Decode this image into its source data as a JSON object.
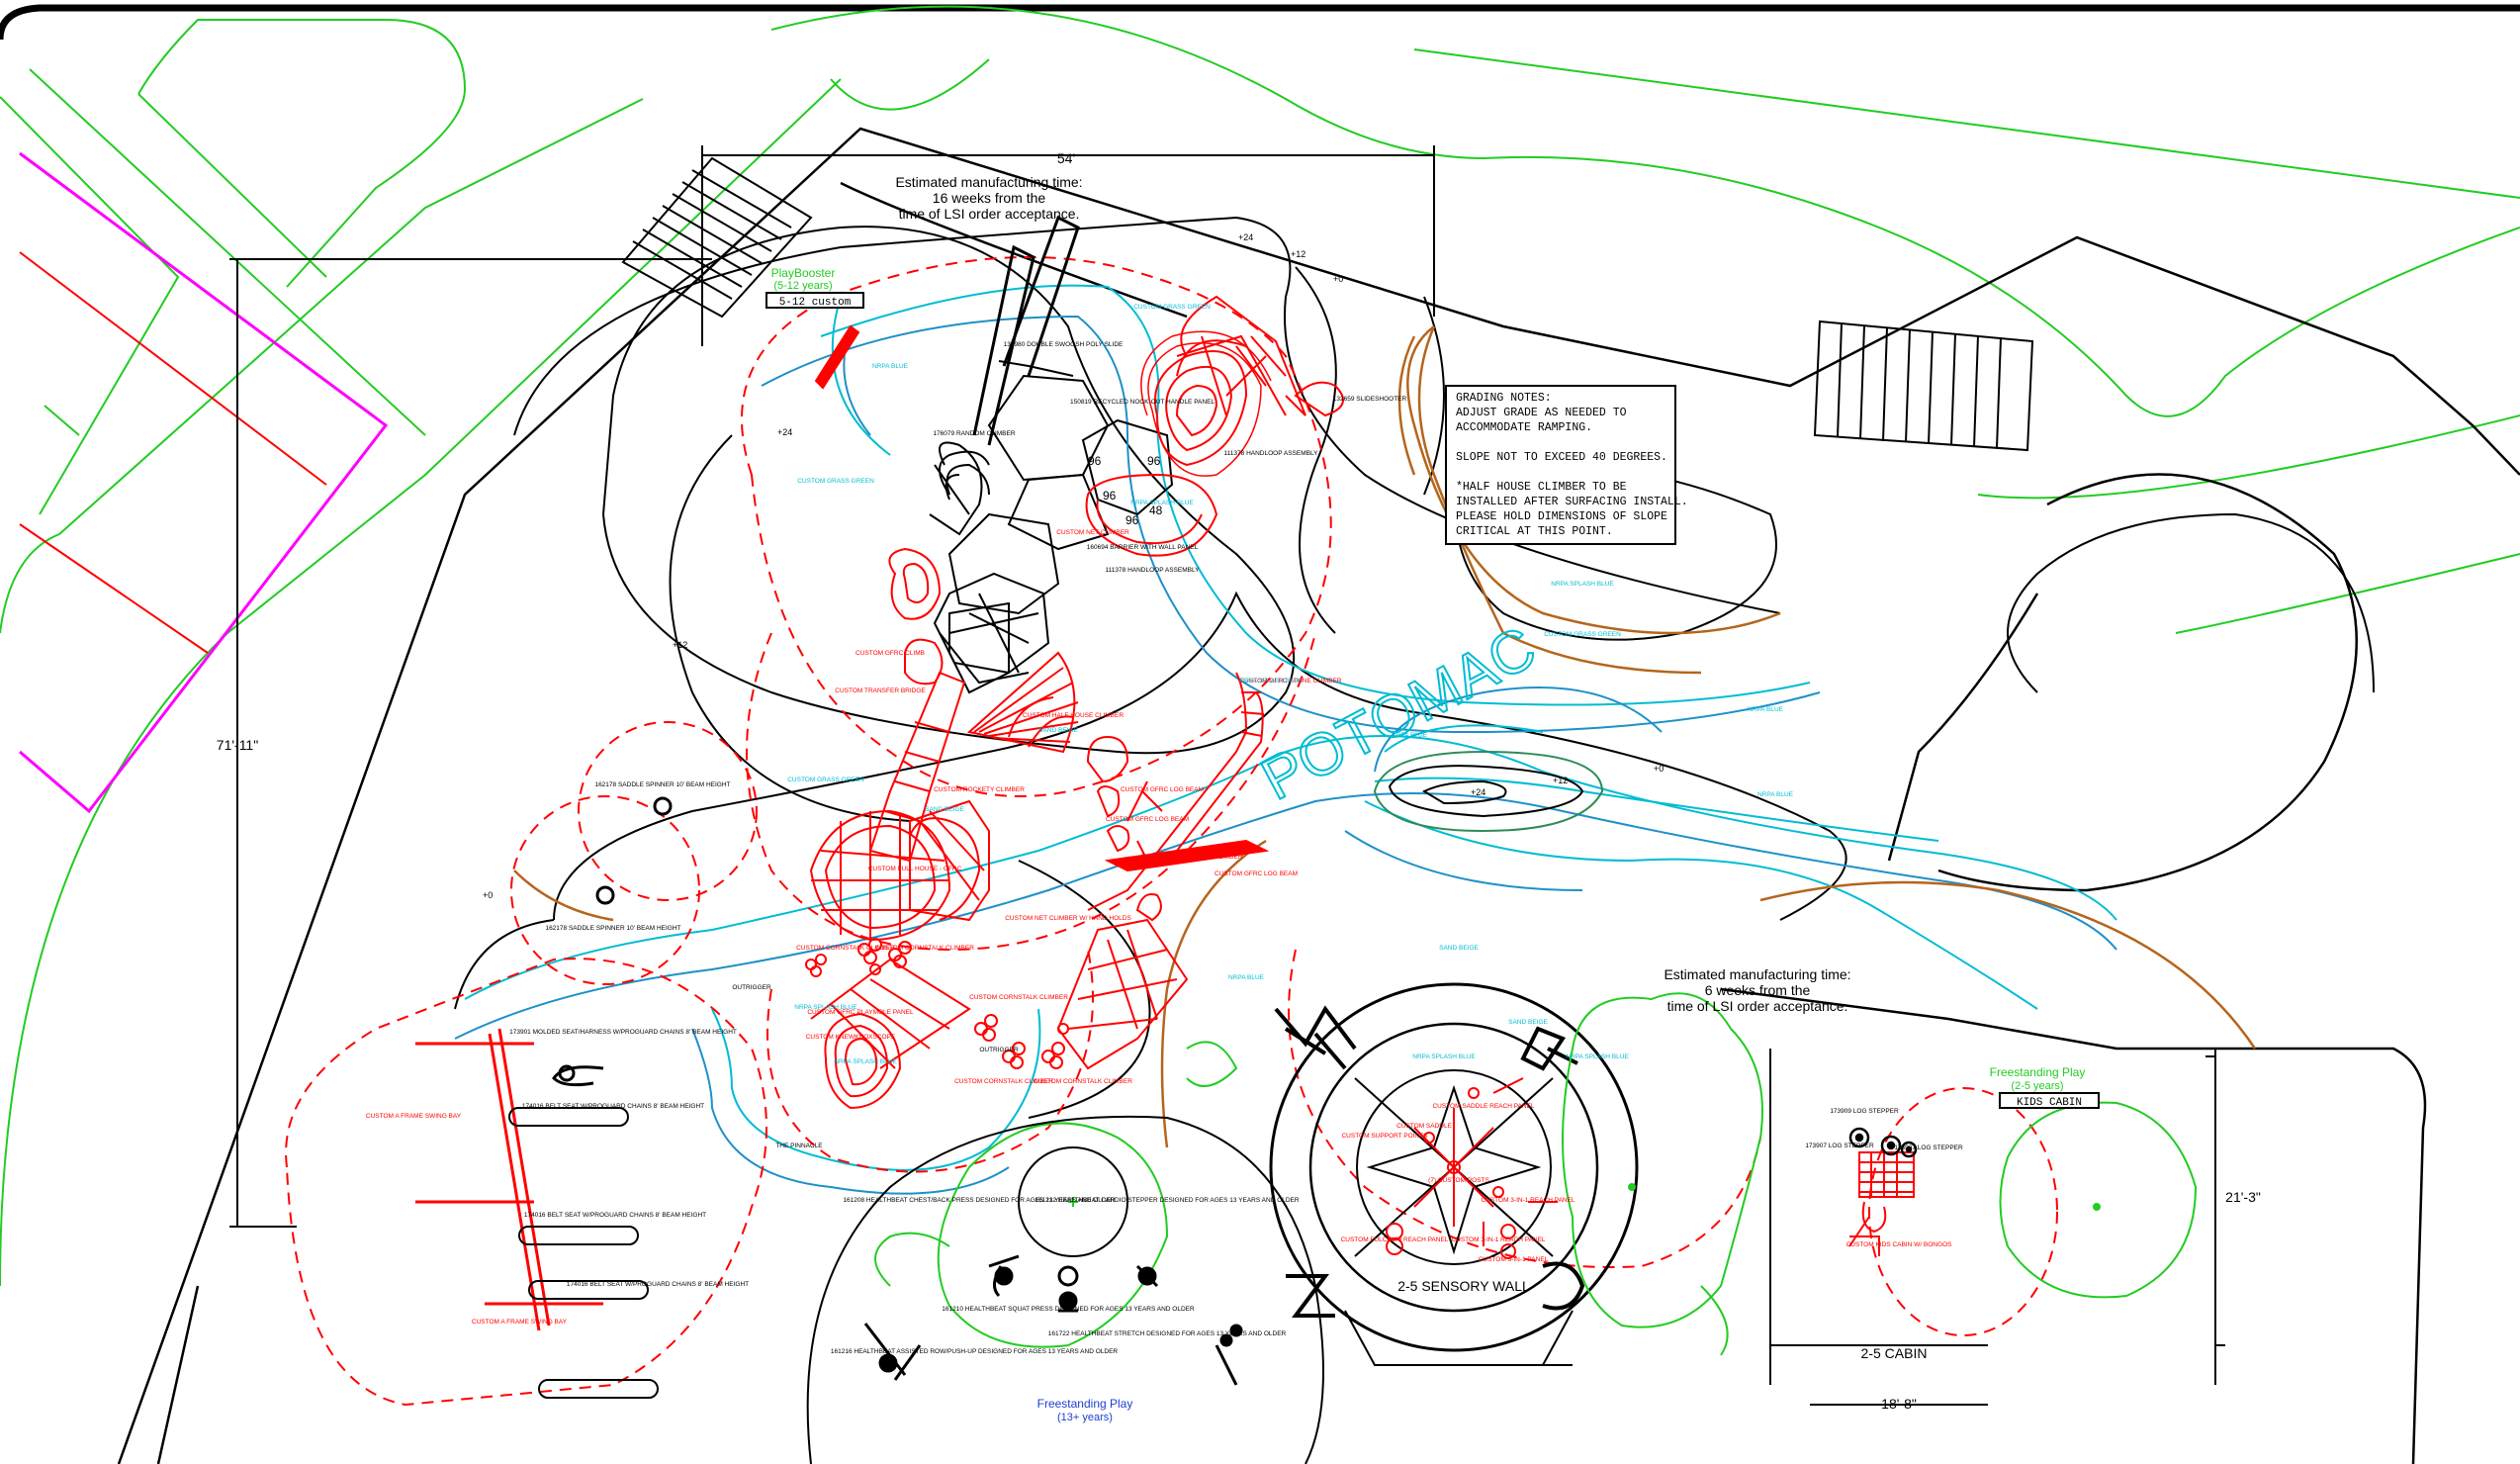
{
  "colors": {
    "background": "#ffffff",
    "linework": "#000000",
    "equipment": "#ff0000",
    "contour": "#00bcd4",
    "site_green": "#22cc22",
    "magenta": "#ff00ff",
    "brown": "#b5651d",
    "teal": "#1e90c8"
  },
  "notes": {
    "manufacturing_top": [
      "Estimated manufacturing time:",
      "16 weeks from the",
      "time of LSI order acceptance."
    ],
    "manufacturing_right": [
      "Estimated manufacturing time:",
      "6 weeks from the",
      "time of LSI order acceptance."
    ],
    "grading": [
      "GRADING NOTES:",
      "ADJUST GRADE AS NEEDED TO",
      "ACCOMMODATE RAMPING.",
      "",
      "SLOPE NOT TO EXCEED 40 DEGREES.",
      "",
      "*HALF HOUSE CLIMBER TO BE",
      "INSTALLED AFTER SURFACING INSTALL.",
      "PLEASE HOLD DIMENSIONS OF SLOPE",
      "CRITICAL AT THIS POINT."
    ]
  },
  "dimensions": {
    "width_top": "54'",
    "height_left": "71'-11\"",
    "cabin_height": "21'-3\"",
    "cabin_width": "18'-8\""
  },
  "zones": {
    "playbooster_name": "PlayBooster",
    "playbooster_ages": "(5-12 years)",
    "playbooster_tag": "5-12 custom",
    "freestanding_small_name": "Freestanding Play",
    "freestanding_small_ages": "(2-5 years)",
    "kids_cabin_tag": "KIDS CABIN",
    "freestanding_teen_name": "Freestanding Play",
    "freestanding_teen_ages": "(13+ years)",
    "sensory_wall": "2-5 SENSORY WALL",
    "cabin_label": "2-5 CABIN",
    "river_name": "POTOMAC"
  },
  "elevations": [
    "+24",
    "+12",
    "+0",
    "+24",
    "+12",
    "+0",
    "+12",
    "+0",
    "+24",
    "+12"
  ],
  "deck_heights": [
    "96",
    "96",
    "96",
    "48",
    "96"
  ],
  "equipment_labels": [
    "CUSTOM A FRAME SWING BAY",
    "CUSTOM A FRAME SWING BAY",
    "173901 MOLDED SEAT/HARNESS W/PROGUARD CHAINS 8' BEAM HEIGHT",
    "174016 BELT SEAT W/PROGUARD CHAINS 8' BEAM HEIGHT",
    "174016 BELT SEAT W/PROGUARD CHAINS 8' BEAM HEIGHT",
    "174016 BELT SEAT W/PROGUARD CHAINS 8' BEAM HEIGHT",
    "162178 SADDLE SPINNER 10' BEAM HEIGHT",
    "162178 SADDLE SPINNER 10' BEAM HEIGHT",
    "136980 DOUBLE SWOOSH POLY SLIDE",
    "176079 RANDOM CLIMBER",
    "150819 RECYCLED NOCK-OUT HANDLE PANEL",
    "111378 HANDLOOP ASSEMBLY",
    "111378 HANDLOOP ASSEMBLY",
    "132659 SLIDESHOOTER",
    "160694 BARRIER WITH WALL PANEL",
    "CUSTOM NET CLIMBER",
    "CUSTOM GFRC CLIMB",
    "CUSTOM TRANSFER BRIDGE",
    "CUSTOM HALF HOUSE CLIMBER",
    "CUSTOM ROCKETY CLIMBER",
    "CUSTOM GFRC LOG BEAM",
    "CUSTOM GFRC STONE CLIMBER",
    "CUSTOM FULL HOUSE - GFRC",
    "CUSTOM CORNSTALK CLIMBER",
    "CUSTOM CORNSTALK CLIMBER",
    "CUSTOM CORNSTALK CLIMBER",
    "CUSTOM CORNSTALK CLIMBER",
    "CUSTOM CORNSTALK CLIMBER",
    "CUSTOM NET CLIMBER W/ HAND HOLDS",
    "CUSTOM GFRC LOG BEAM",
    "CUSTOM GFRC LOG BEAM",
    "CUSTOM GFRC STONE CLIMBER",
    "CUSTOM KNEWKNOXSCOPE",
    "CUSTOM GFRC PLAYMOLE PANEL",
    "OUTRIGGER",
    "OUTRIGGER",
    "THE PINNACLE",
    "CUSTOM SADDLE",
    "CUSTOM SUPPORT POINTS",
    "CUSTOM SADDLE REACH PANEL",
    "(7) CUSTOM POSTS",
    "CUSTOM 3-IN-1 REACH PANEL",
    "CUSTOM FULCRUM REACH PANEL",
    "CUSTOM 3-IN-1 REACH PANEL",
    "CUSTOM 3-IN-1 PANEL",
    "161208 HEALTHBEAT CHEST/BACK PRESS DESIGNED FOR AGES 13 YEARS AND OLDER",
    "161212 HEALTHBEAT CARDIO STEPPER DESIGNED FOR AGES 13 YEARS AND OLDER",
    "161216 HEALTHBEAT ASSISTED ROW/PUSH-UP DESIGNED FOR AGES 13 YEARS AND OLDER",
    "161210 HEALTHBEAT SQUAT PRESS DESIGNED FOR AGES 13 YEARS AND OLDER",
    "161722 HEALTHBEAT STRETCH DESIGNED FOR AGES 13 YEARS AND OLDER",
    "173909 LOG STEPPER",
    "173907 LOG STEPPER",
    "173907 LOG STEPPER",
    "CUSTOM KIDS CABIN W/ BONGOS"
  ],
  "surface_labels": [
    "CUSTOM GRASS GREEN",
    "NRPA BLUE",
    "CUSTOM GRASS GREEN",
    "NRPA SPLASH BLUE",
    "CUSTOM GRASS GREEN",
    "SAND BEIGE",
    "NRPA SPLASH BLUE",
    "NRPA BLUE",
    "SAND BEIGE",
    "NRPA SPLASH BLUE",
    "NRPA SPLASH BLUE",
    "NRPA BLUE",
    "NRPA SPLASH BLUE",
    "CUSTOM GRASS GREEN",
    "SAND BEIGE",
    "NRPA SPLASH BLUE",
    "NRPA SPLASH BLUE",
    "NRPA BLUE",
    "SAND BEIGE",
    "NRPA BLUE"
  ]
}
